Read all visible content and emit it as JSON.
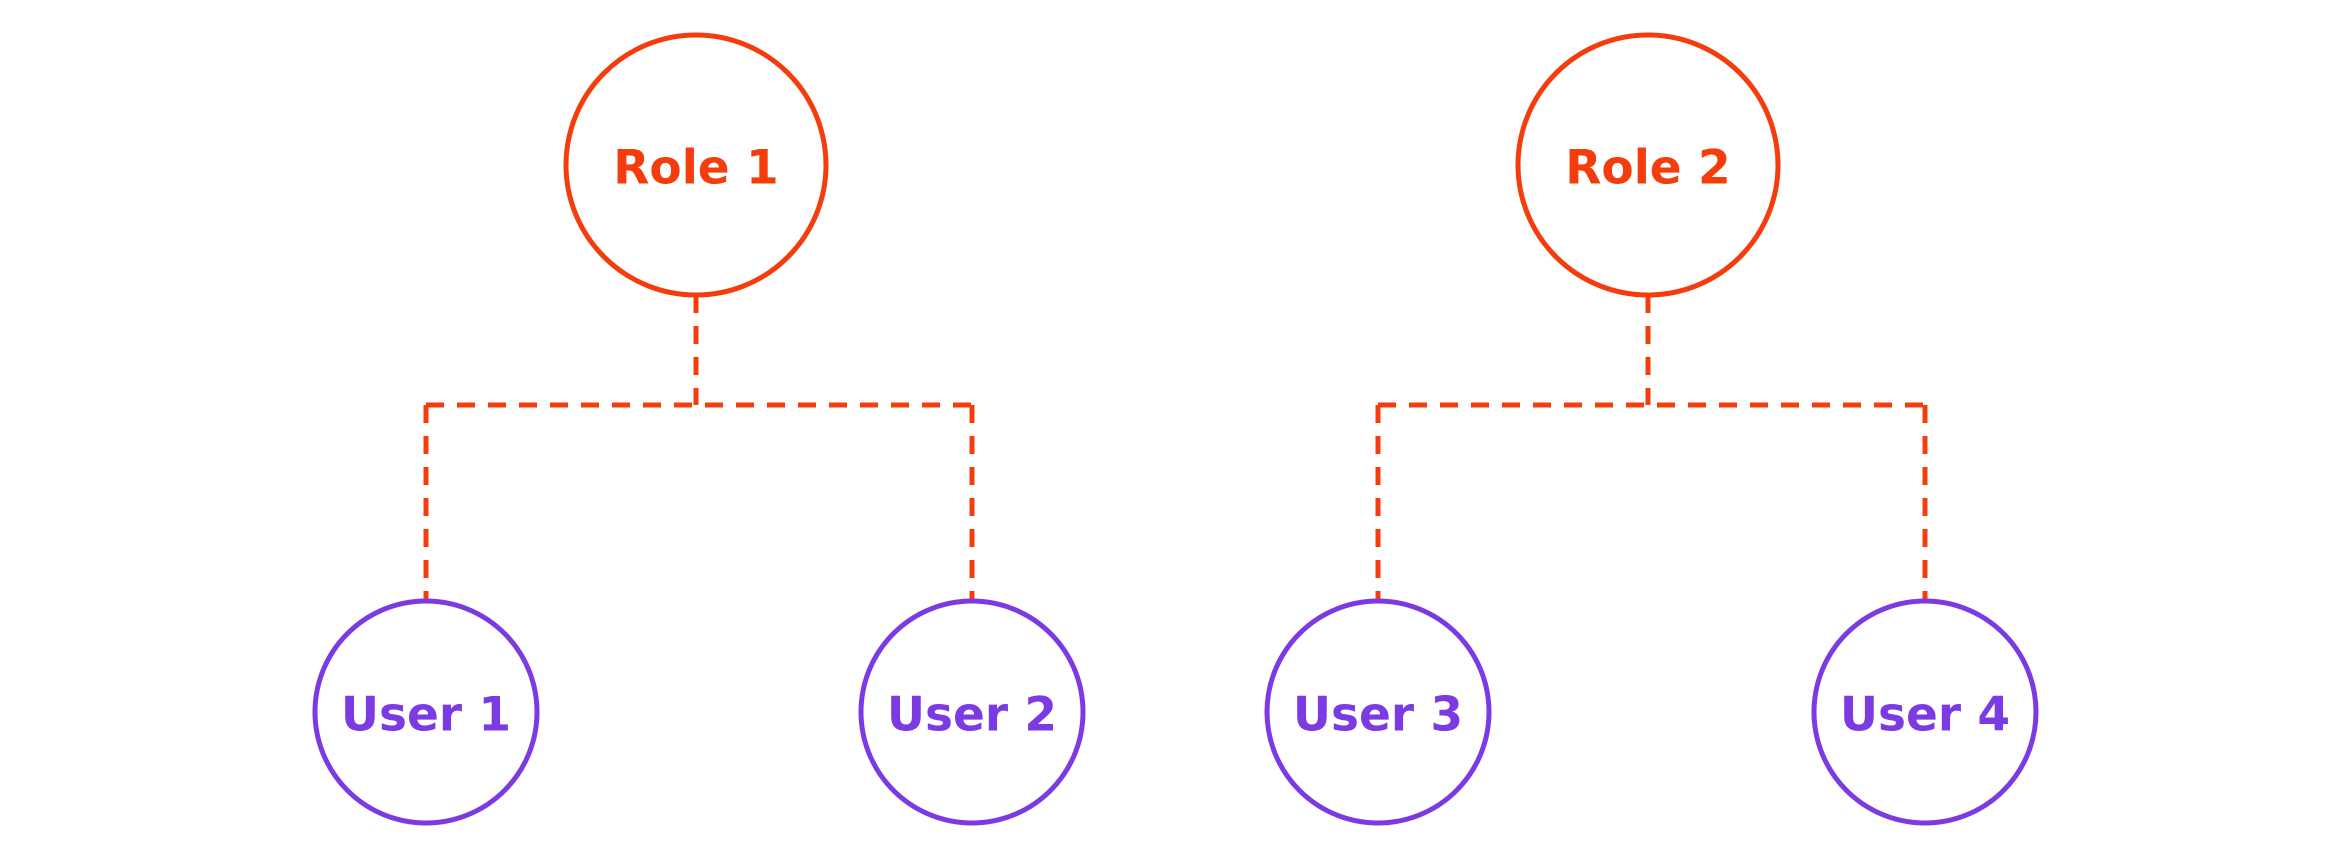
{
  "diagram": {
    "type": "tree",
    "description": "Role to user assignment diagram with two trees",
    "background": "#ffffff",
    "colors": {
      "role": "#f43c0c",
      "user": "#7c3ae2",
      "connector": "#f43c0c"
    },
    "line_style": "dashed",
    "trees": [
      {
        "root": {
          "id": "role-1",
          "label": "Role 1",
          "type": "role"
        },
        "children": [
          {
            "id": "user-1",
            "label": "User 1",
            "type": "user"
          },
          {
            "id": "user-2",
            "label": "User 2",
            "type": "user"
          }
        ]
      },
      {
        "root": {
          "id": "role-2",
          "label": "Role 2",
          "type": "role"
        },
        "children": [
          {
            "id": "user-3",
            "label": "User 3",
            "type": "user"
          },
          {
            "id": "user-4",
            "label": "User 4",
            "type": "user"
          }
        ]
      }
    ],
    "edges": [
      {
        "from": "Role 1",
        "to": "User 1",
        "style": "dashed"
      },
      {
        "from": "Role 1",
        "to": "User 2",
        "style": "dashed"
      },
      {
        "from": "Role 2",
        "to": "User 3",
        "style": "dashed"
      },
      {
        "from": "Role 2",
        "to": "User 4",
        "style": "dashed"
      }
    ]
  }
}
